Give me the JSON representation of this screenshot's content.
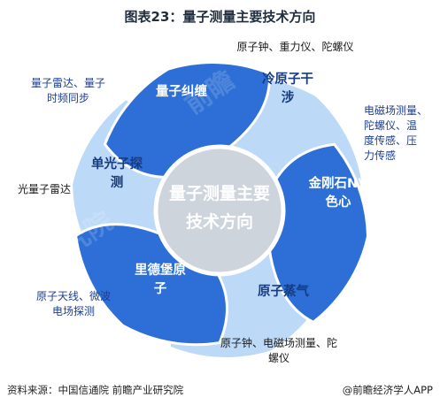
{
  "title": "图表23：量子测量主要技术方向",
  "center": {
    "line1": "量子测量主要",
    "line2": "技术方向"
  },
  "colors": {
    "dark_blue": "#2d6fd6",
    "light_blue": "#bcd9f7",
    "center_fill": "#cdd4dc",
    "center_text": "#ffffff",
    "app_text": "#1f3f8f"
  },
  "directions": [
    {
      "id": "entanglement",
      "label_lines": [
        "量子纠缠"
      ],
      "applications": [
        "量子雷达、量子",
        "时频同步"
      ]
    },
    {
      "id": "cold-atom-interference",
      "label_lines": [
        "冷原子干",
        "涉"
      ],
      "applications": [
        "原子钟、重力仪、陀螺仪"
      ]
    },
    {
      "id": "nv-center",
      "label_lines": [
        "金刚石NV",
        "色心"
      ],
      "applications": [
        "电磁场测量、",
        "陀螺仪、温",
        "度传感、压",
        "力传感"
      ]
    },
    {
      "id": "atomic-vapor",
      "label_lines": [
        "原子蒸气"
      ],
      "applications": [
        "原子钟、电磁场测量、陀",
        "螺仪"
      ]
    },
    {
      "id": "rydberg-atom",
      "label_lines": [
        "里德堡原",
        "子"
      ],
      "applications": [
        "原子天线、微波",
        "电场探测"
      ]
    },
    {
      "id": "single-photon",
      "label_lines": [
        "单光子探",
        "测"
      ],
      "applications": [
        "光量子雷达"
      ]
    }
  ],
  "footer": {
    "source": "资料来源：中国信通院 前瞻产业研究院",
    "brand": "@前瞻经济学人APP"
  },
  "watermarks": [
    "前瞻",
    "研究院"
  ]
}
